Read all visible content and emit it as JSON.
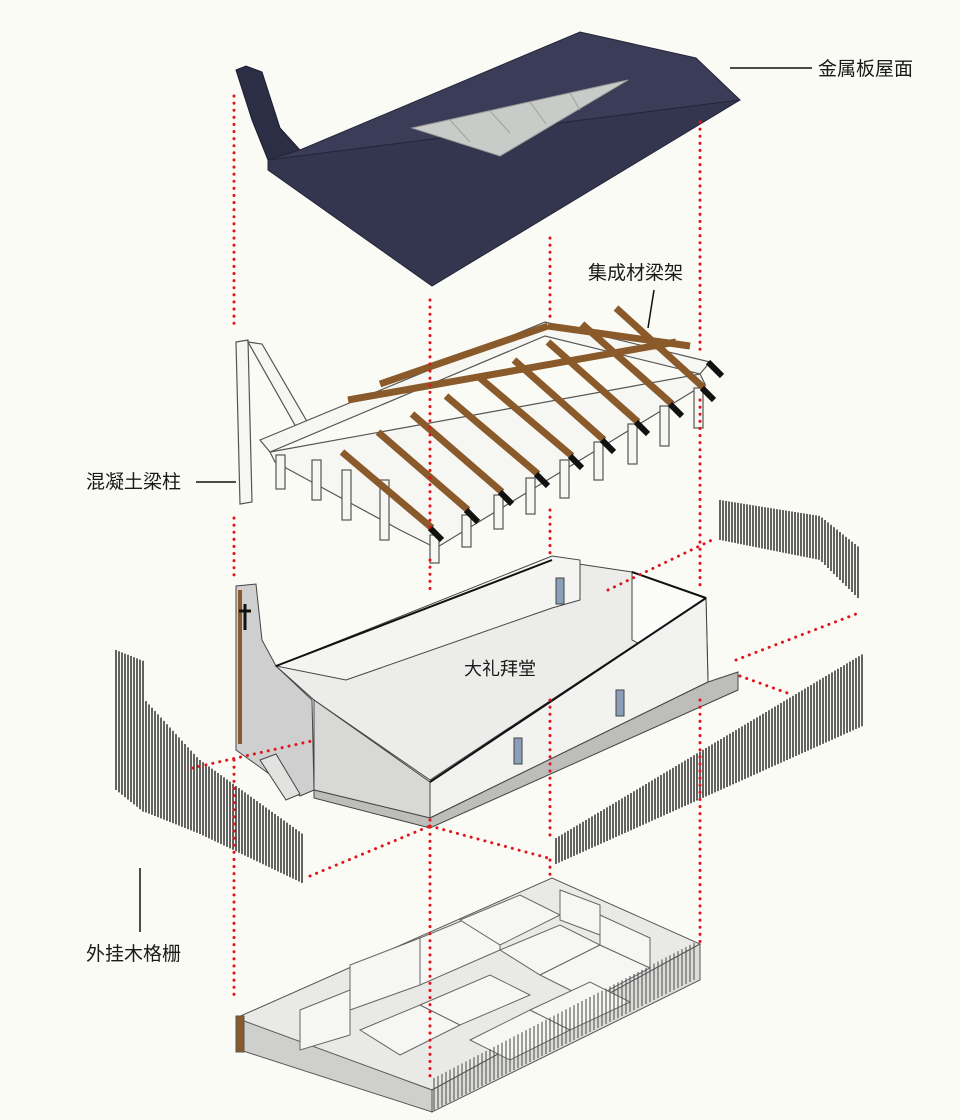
{
  "labels": {
    "metal_roof": "金属板屋面",
    "glulam_frame": "集成材梁架",
    "concrete_frame": "混凝土梁柱",
    "main_hall": "大礼拜堂",
    "wood_louver": "外挂木格栅"
  },
  "colors": {
    "background": "#fbfbf6",
    "roof": "#3b3d58",
    "roof_dark": "#2c2e46",
    "skylight": "#c9cbc9",
    "glulam": "#8a5a2b",
    "beam_tip": "#111111",
    "concrete": "#f4f4f2",
    "wall_shade": "#c8c8c8",
    "guide_dots": "#e0161c",
    "louver": "#222222"
  },
  "icons": {
    "cross": "cross-icon"
  }
}
